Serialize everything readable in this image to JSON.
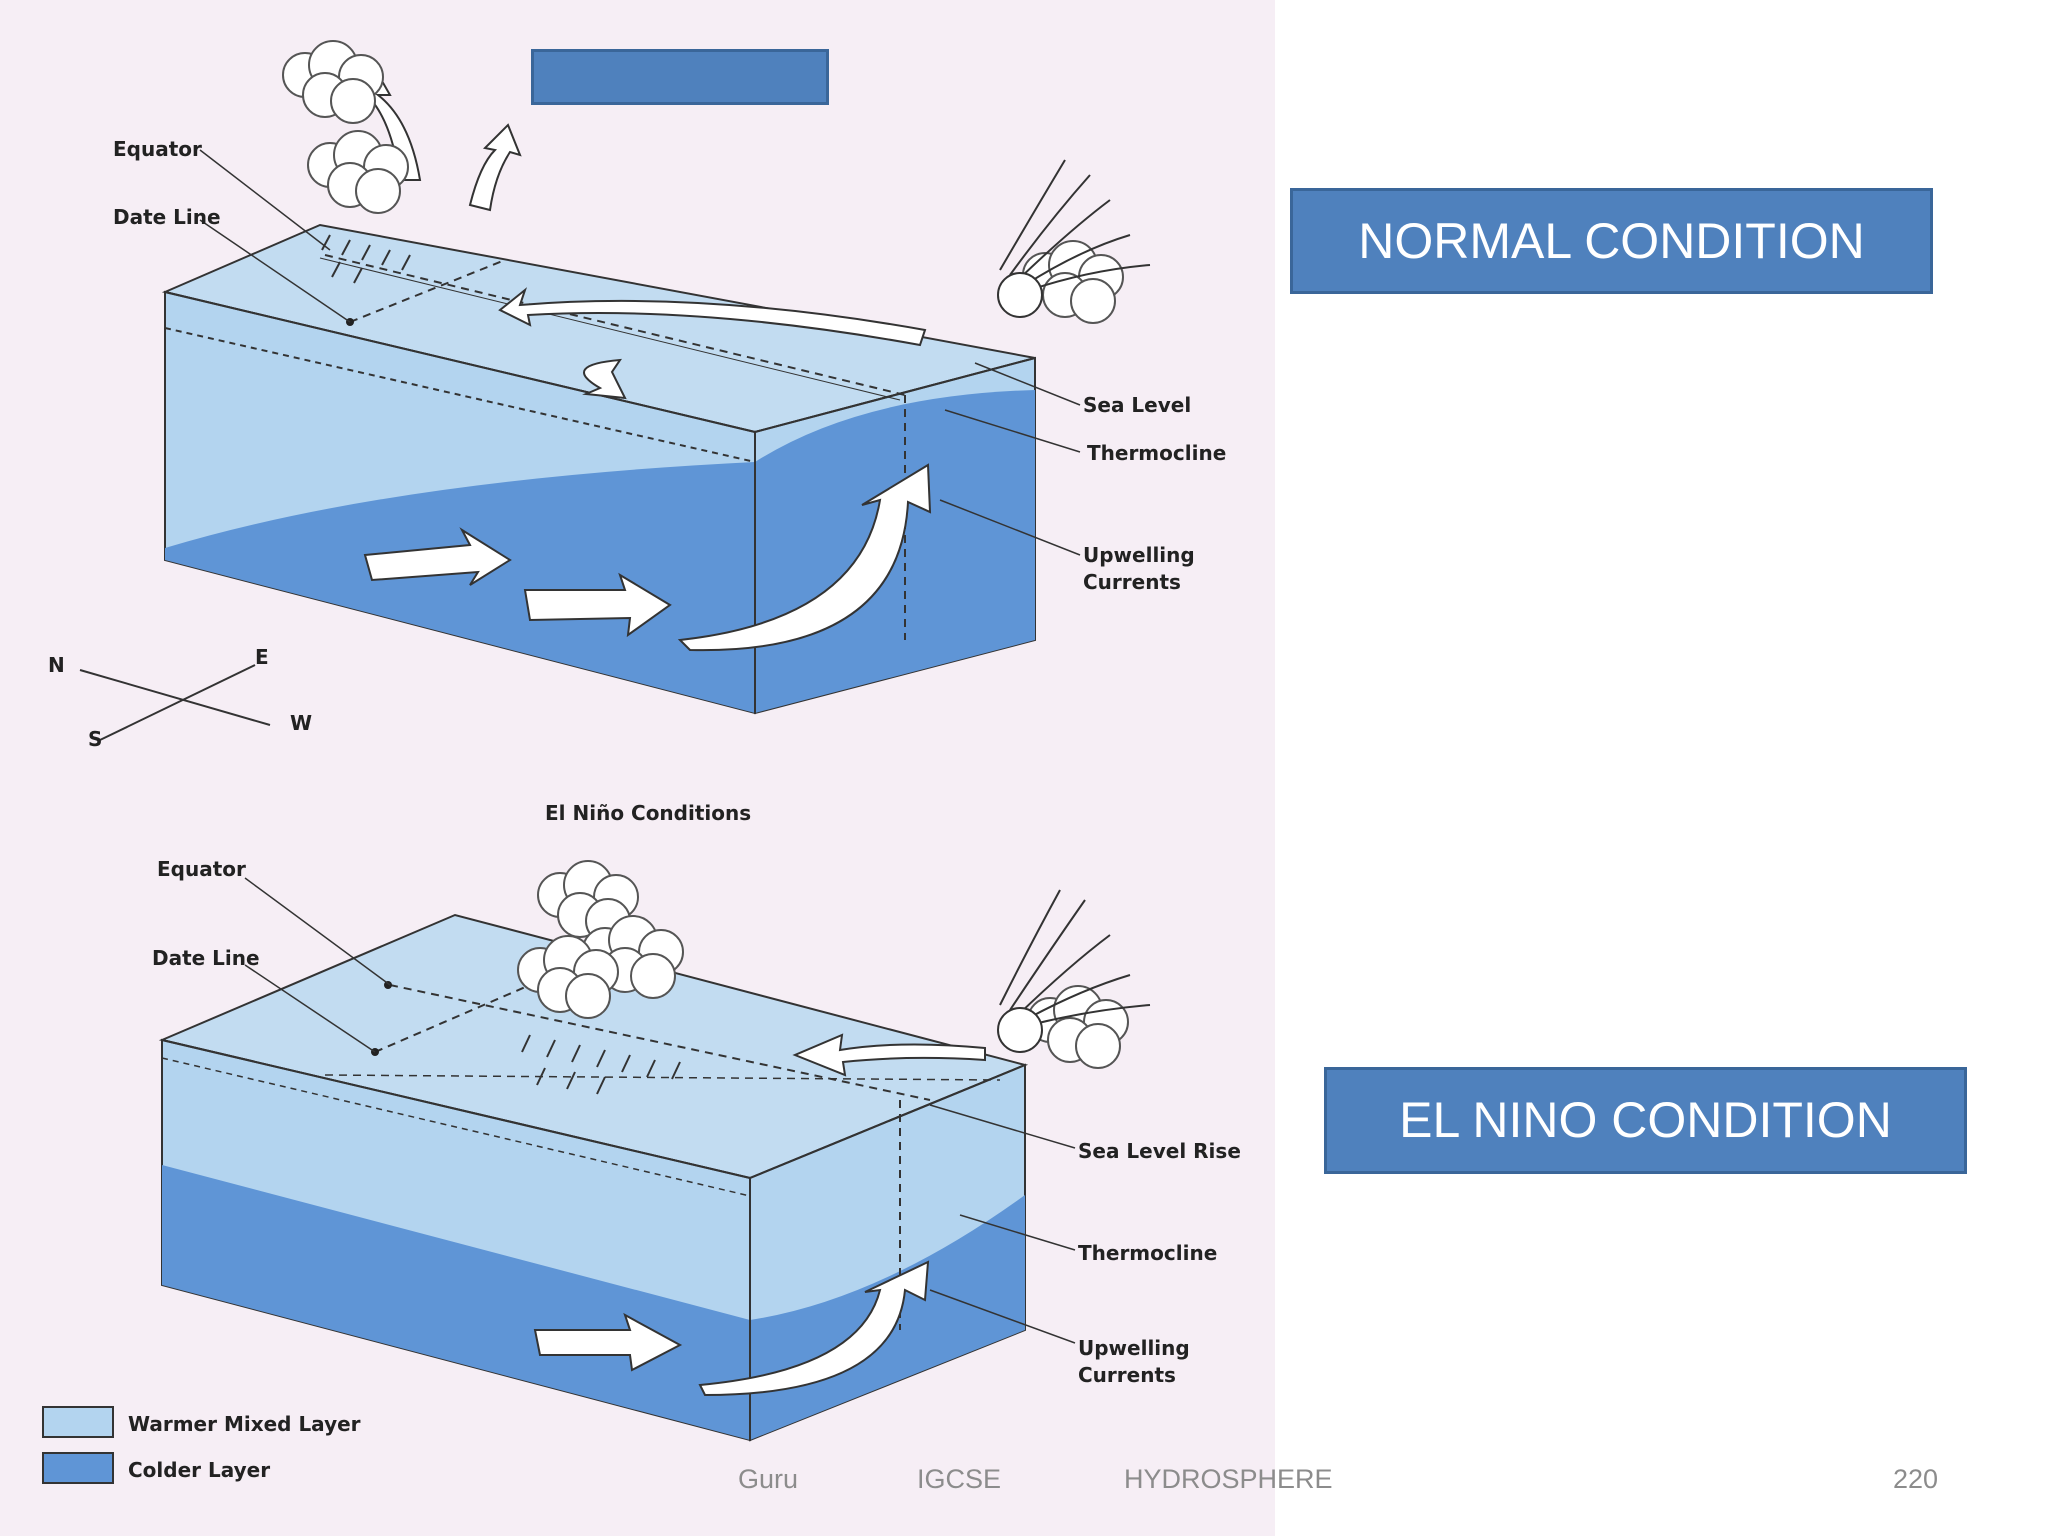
{
  "normal_callout": "NORMAL  CONDITION",
  "el_nino_callout": "EL NINO CONDITION",
  "top_diagram": {
    "labels": {
      "equator": "Equator",
      "date_line": "Date Line",
      "sea_level": "Sea Level",
      "thermocline": "Thermocline",
      "upwelling_1": "Upwelling",
      "upwelling_2": "Currents"
    }
  },
  "bottom_diagram": {
    "title": "El Niño Conditions",
    "labels": {
      "equator": "Equator",
      "date_line": "Date Line",
      "sea_level_rise": "Sea Level Rise",
      "thermocline": "Thermocline",
      "upwelling_1": "Upwelling",
      "upwelling_2": "Currents"
    }
  },
  "compass": {
    "n": "N",
    "s": "S",
    "e": "E",
    "w": "W"
  },
  "legend": {
    "warmer": "Warmer Mixed Layer",
    "colder": "Colder Layer",
    "warmer_color": "#b3d4ef",
    "colder_color": "#5f95d6"
  },
  "footer": {
    "author": "Guru",
    "course": "IGCSE",
    "topic": "HYDROSPHERE",
    "page": "220"
  }
}
